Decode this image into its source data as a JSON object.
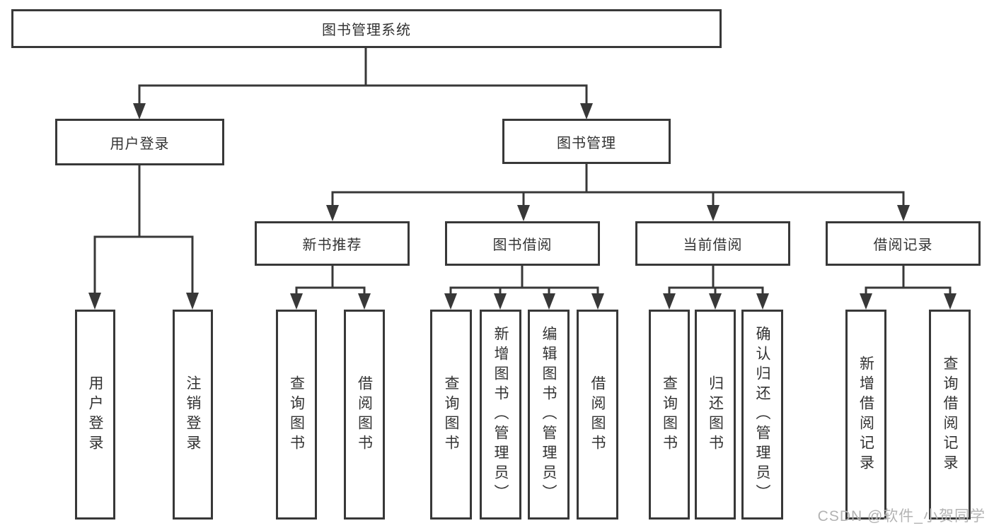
{
  "diagram": {
    "tree": {
      "root": {
        "label": "图书管理系统",
        "children": {
          "user_login": {
            "label": "用户登录",
            "children": {
              "login": {
                "label": "用户登录"
              },
              "logout": {
                "label": "注销登录"
              }
            }
          },
          "book_mgmt": {
            "label": "图书管理",
            "children": {
              "new_book_rec": {
                "label": "新书推荐",
                "children": {
                  "query_book": {
                    "label": "查询图书"
                  },
                  "borrow_book": {
                    "label": "借阅图书"
                  }
                }
              },
              "book_borrow": {
                "label": "图书借阅",
                "children": {
                  "query_book": {
                    "label": "查询图书"
                  },
                  "add_book_admin": {
                    "label": "新增图书（管理员）"
                  },
                  "edit_book_admin": {
                    "label": "编辑图书（管理员）"
                  },
                  "borrow_book": {
                    "label": "借阅图书"
                  }
                }
              },
              "current_borrow": {
                "label": "当前借阅",
                "children": {
                  "query_book": {
                    "label": "查询图书"
                  },
                  "return_book": {
                    "label": "归还图书"
                  },
                  "confirm_return_admin": {
                    "label": "确认归还（管理员）"
                  }
                }
              },
              "borrow_record": {
                "label": "借阅记录",
                "children": {
                  "add_record": {
                    "label": "新增借阅记录"
                  },
                  "query_record": {
                    "label": "查询借阅记录"
                  }
                }
              }
            }
          }
        }
      }
    },
    "colors": {
      "line": "#383838",
      "node_border": "#383838",
      "node_text": "#333333",
      "background": "#ffffff",
      "watermark_text": "#b3b3b3"
    }
  },
  "watermark": "CSDN @软件_小贺同学"
}
